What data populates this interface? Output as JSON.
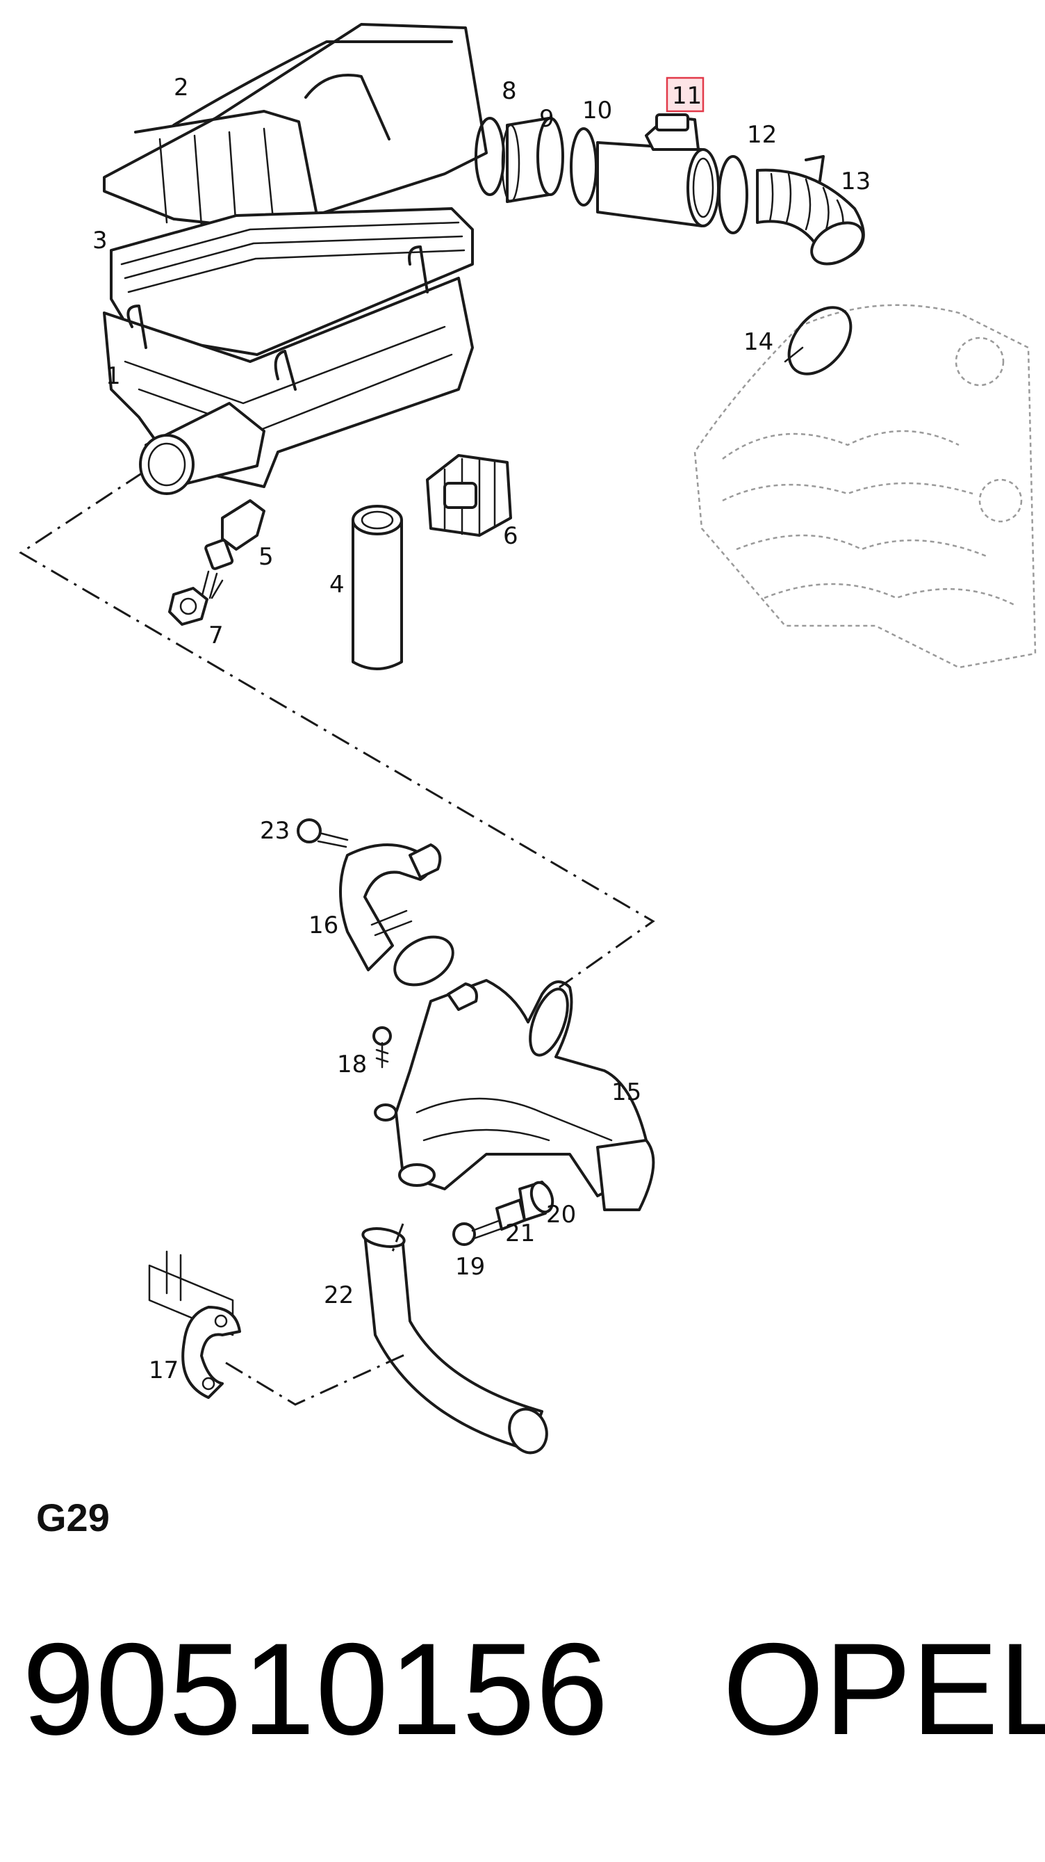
{
  "diagram_code": "G29",
  "part_number": "90510156",
  "brand": "OPEL",
  "highlight_color": "#e23a4a",
  "callouts": [
    {
      "id": "1",
      "label": "1"
    },
    {
      "id": "2",
      "label": "2"
    },
    {
      "id": "3",
      "label": "3"
    },
    {
      "id": "4",
      "label": "4"
    },
    {
      "id": "5",
      "label": "5"
    },
    {
      "id": "6",
      "label": "6"
    },
    {
      "id": "7",
      "label": "7"
    },
    {
      "id": "8",
      "label": "8"
    },
    {
      "id": "9",
      "label": "9"
    },
    {
      "id": "10",
      "label": "10"
    },
    {
      "id": "11",
      "label": "11",
      "highlighted": true
    },
    {
      "id": "12",
      "label": "12"
    },
    {
      "id": "13",
      "label": "13"
    },
    {
      "id": "14",
      "label": "14"
    },
    {
      "id": "15",
      "label": "15"
    },
    {
      "id": "16",
      "label": "16"
    },
    {
      "id": "17",
      "label": "17"
    },
    {
      "id": "18",
      "label": "18"
    },
    {
      "id": "19",
      "label": "19"
    },
    {
      "id": "20",
      "label": "20"
    },
    {
      "id": "21",
      "label": "21"
    },
    {
      "id": "22",
      "label": "22"
    },
    {
      "id": "23",
      "label": "23"
    }
  ]
}
